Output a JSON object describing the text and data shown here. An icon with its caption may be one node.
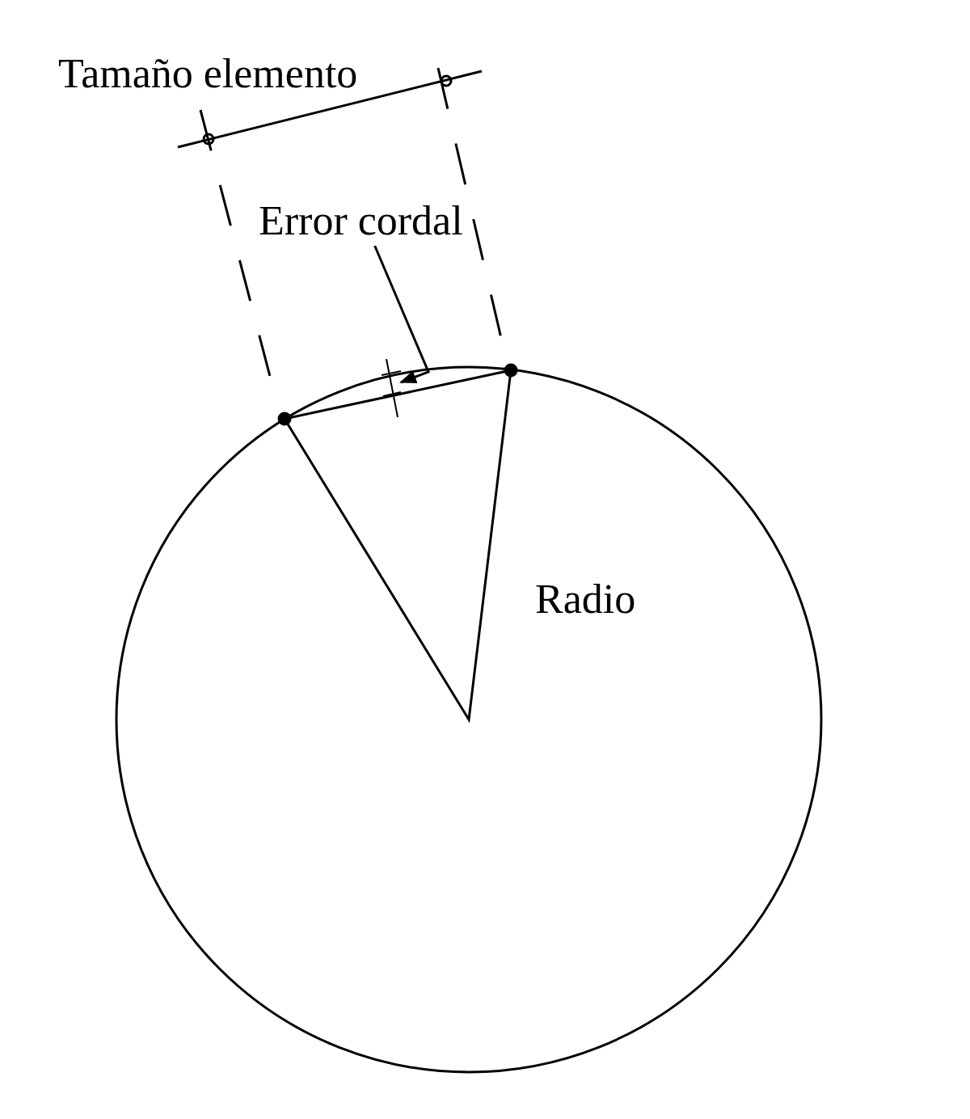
{
  "diagram": {
    "nodes": [
      {
        "text": [
          "Error cordal"
        ]
      },
      {
        "text": [],
        "shape": "bar"
      }
    ],
    "edges": [
      {
        "from": 0,
        "to": 1,
        "arrow": "to"
      }
    ],
    "labels": [
      "Tamaño elemento",
      "Radio"
    ]
  }
}
